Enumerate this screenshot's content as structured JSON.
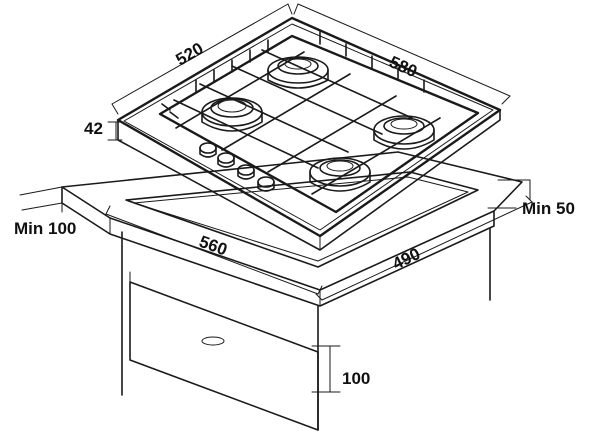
{
  "dimensions": {
    "hob_width": "520",
    "hob_depth": "580",
    "hob_height": "42",
    "cutout_width": "560",
    "cutout_depth": "490",
    "min_front": "Min 100",
    "min_back": "Min 50",
    "drawer_gap": "100"
  },
  "hob": {
    "burner_count": 4,
    "knob_count": 4
  },
  "colors": {
    "line": "#1a1a1a",
    "background": "#ffffff"
  }
}
